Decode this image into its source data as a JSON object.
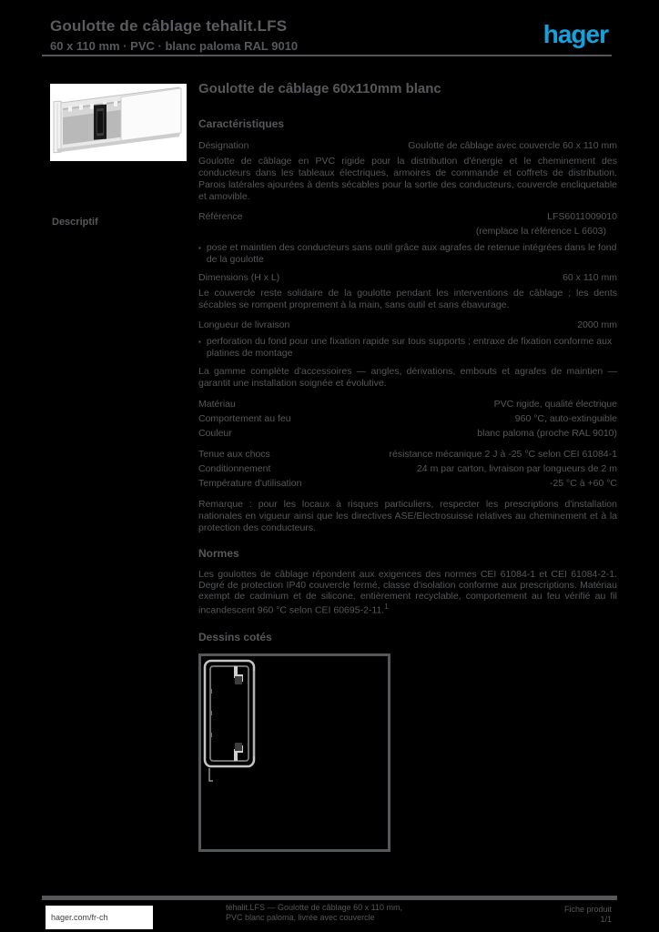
{
  "colors": {
    "background": "#000000",
    "text": "#55575a",
    "logo": "#14a1dd",
    "photo_bg": "#ffffff"
  },
  "header": {
    "title_line1": "Goulotte de câblage tehalit.LFS",
    "title_line2": "60 x 110 mm · PVC · blanc paloma RAL 9010",
    "logo_text": "hager"
  },
  "margin_label": "Descriptif",
  "main": {
    "title": "Goulotte de câblage 60x110mm blanc",
    "characteristics": {
      "heading": "Caractéristiques",
      "rows": [
        {
          "type": "kv",
          "label": "Désignation",
          "value": "Goulotte de câblage avec couvercle 60 x 110 mm",
          "cls": ""
        },
        {
          "type": "para",
          "text": "Goulotte de câblage en PVC rigide pour la distribution d'énergie et le cheminement des conducteurs dans les tableaux électriques, armoires de commande et coffrets de distribution. Parois latérales ajourées à dents sécables pour la sortie des conducteurs, couvercle encliquetable et amovible.",
          "cls": ""
        },
        {
          "type": "kv",
          "label": "Référence",
          "value": "LFS6011009010",
          "cls": ""
        },
        {
          "type": "kv",
          "label": "",
          "value": "(remplace la référence L 6603)",
          "cls": "indent"
        },
        {
          "type": "bullet",
          "text": "pose et maintien des conducteurs sans outil grâce aux agrafes de retenue intégrées dans le fond de la goulotte",
          "cls": ""
        },
        {
          "type": "kv",
          "label": "Dimensions (H x L)",
          "value": "60 x 110 mm",
          "cls": ""
        },
        {
          "type": "para",
          "text": "Le couvercle reste solidaire de la goulotte pendant les interventions de câblage ; les dents sécables se rompent proprement à la main, sans outil et sans ébavurage.",
          "cls": ""
        },
        {
          "type": "kv",
          "label": "Longueur de livraison",
          "value": "2000 mm",
          "cls": ""
        },
        {
          "type": "bullet",
          "text": "perforation du fond pour une fixation rapide sur tous supports ; entraxe de fixation conforme aux platines de montage",
          "cls": ""
        },
        {
          "type": "para",
          "text": "La gamme complète d'accessoires — angles, dérivations, embouts et agrafes de maintien — garantit une installation soignée et évolutive.",
          "cls": ""
        },
        {
          "type": "kv",
          "label": "Matériau",
          "value": "PVC rigide, qualité électrique",
          "cls": "gap-top"
        },
        {
          "type": "kv",
          "label": "Comportement au feu",
          "value": "960 °C, auto-extinguible",
          "cls": ""
        },
        {
          "type": "kv",
          "label": "Couleur",
          "value": "blanc paloma (proche RAL 9010)",
          "cls": ""
        },
        {
          "type": "kv",
          "label": "Tenue aux chocs",
          "value": "résistance mécanique 2 J à -25 °C selon CEI 61084-1",
          "cls": "gap-top"
        },
        {
          "type": "kv",
          "label": "Conditionnement",
          "value": "24 m par carton, livraison par longueurs de 2 m",
          "cls": ""
        },
        {
          "type": "kv",
          "label": "Température d'utilisation",
          "value": "-25 °C à +60 °C",
          "cls": ""
        },
        {
          "type": "para",
          "text": "Remarque : pour les locaux à risques particuliers, respecter les prescriptions d'installation nationales en vigueur ainsi que les directives ASE/Electrosuisse relatives au cheminement et à la protection des conducteurs.",
          "cls": "gap-top"
        }
      ]
    },
    "normes": {
      "heading": "Normes",
      "paragraph": "Les goulottes de câblage répondent aux exigences des normes CEI 61084-1 et CEI 61084-2-1. Degré de protection IP40 couvercle fermé, classe d'isolation conforme aux prescriptions. Matériau exempt de cadmium et de silicone, entièrement recyclable, comportement au feu vérifié au fil incandescent 960 °C selon CEI 60695-2-11.",
      "footnote_mark": "1"
    },
    "drawing": {
      "heading": "Dessins cotés"
    }
  },
  "footer": {
    "site": "hager.com/fr-ch",
    "center_line1": "tehalit.LFS — Goulotte de câblage 60 x 110 mm,",
    "center_line2": "PVC blanc paloma, livrée avec couvercle",
    "right_line1": "Fiche produit",
    "right_line2": "1/1"
  },
  "icons": {
    "product_photo": "trunking-perspective-image",
    "cross_section": "trunking-cross-section-drawing"
  }
}
